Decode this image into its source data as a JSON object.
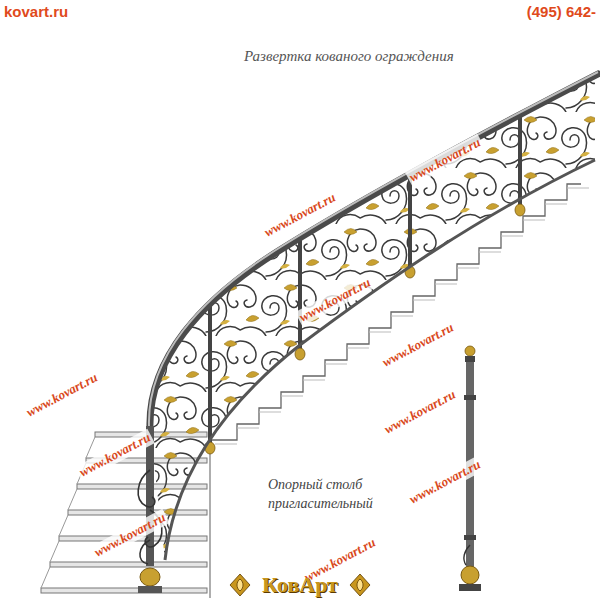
{
  "diagram": {
    "title": "Развертка кованого ограждения",
    "labels": [
      "kovart.ru",
      "(495) 642-",
      "www.kovart.ru",
      "www.kovart.ru",
      "www.kovart.ru",
      "www.kovart.ru",
      "www.kovart.ru",
      "www.kovart.ru",
      "www.kovart.ru",
      "www.kovart.ru",
      "www.kovart.ru",
      "www.kovart.ru",
      "Опорный столб пригласительный",
      "КовАрт"
    ]
  }
}
